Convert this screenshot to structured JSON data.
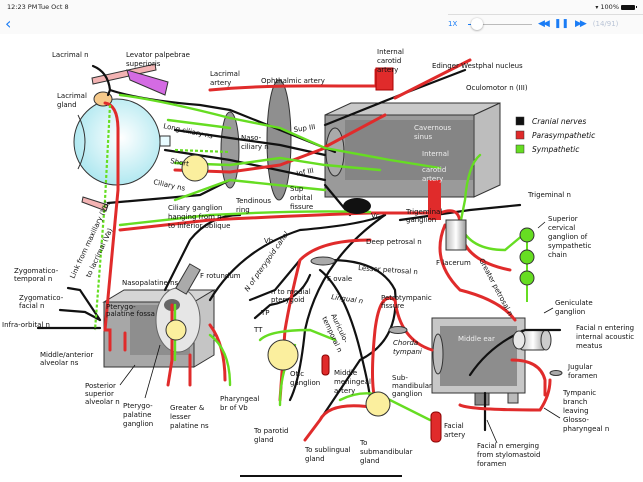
{
  "status_bar": {
    "time": "12:23 PM",
    "date": "Tue Oct 8",
    "wifi_icon": "wifi-icon",
    "battery": "100%",
    "battery_icon": "battery-full-icon"
  },
  "nav": {
    "back_icon": "chevron-left-icon",
    "back_glyph": "‹"
  },
  "player": {
    "speed_label": "1X",
    "slider_position": 0.05,
    "rewind_glyph": "◀◀",
    "pause_glyph": "❚❚",
    "forward_glyph": "▶▶",
    "page_indicator": "(14/91)",
    "current_page": 14,
    "total_pages": 91
  },
  "colors": {
    "cranial": "#111111",
    "parasympathetic": "#e02b2b",
    "sympathetic": "#66dd22",
    "accent": "#1a7cf5",
    "box_gray": "#8a8a8a",
    "box_light": "#cfcfcf",
    "ganglion": "#fbef9e",
    "eye": "#c8f2f8"
  },
  "legend": [
    {
      "label": "Cranial nerves",
      "color": "#111111"
    },
    {
      "label": "Parasympathetic",
      "color": "#e02b2b"
    },
    {
      "label": "Sympathetic",
      "color": "#66dd22"
    }
  ],
  "labels": {
    "lacrimal_n": "Lacrimal n",
    "levator_1": "Levator palpebrae",
    "levator_2": "superioris",
    "lacrimal_gland_1": "Lacrimal",
    "lacrimal_gland_2": "gland",
    "lacrimal_artery_1": "Lacrimal",
    "lacrimal_artery_2": "artery",
    "ophthalmic_artery": "Ophthalmic artery",
    "internal_carotid_1": "Internal",
    "internal_carotid_2": "carotid",
    "internal_carotid_3": "artery",
    "edinger": "Edinger Westphal nucleus",
    "oculomotor": "Oculomotor n (III)",
    "long_ciliary": "Long ciliary ns",
    "short": "Short",
    "ciliary_ns": "Ciliary ns",
    "nasociliary_1": "Naso-",
    "nasociliary_2": "ciliary n",
    "sup_iii": "Sup III",
    "inf_iii": "Inf III",
    "cavernous_1": "Cavernous",
    "cavernous_2": "sinus",
    "ica_1": "Internal",
    "ica_2": "carotid",
    "ica_3": "artery",
    "ciliary_ganglion_1": "Ciliary ganglion",
    "ciliary_ganglion_2": "hanging from n",
    "ciliary_ganglion_3": "to inferior oblique",
    "tendinous_1": "Tendinous",
    "tendinous_2": "ring",
    "sof_1": "Sup",
    "sof_2": "orbital",
    "sof_3": "fissure",
    "trigeminal_n": "Trigeminal n",
    "vc": "Vc",
    "trigeminal_ganglion_1": "Trigeminal",
    "trigeminal_ganglion_2": "ganglion",
    "vb": "Vb",
    "deep_petrosal": "Deep petrosal n",
    "scg_1": "Superior",
    "scg_2": "cervical",
    "scg_3": "ganglion of",
    "scg_4": "sympathetic",
    "scg_5": "chain",
    "link_1": "Link from maxillary (Vb)",
    "link_2": "to lacrimal (Va)",
    "f_rotundum": "F rotundum",
    "n_pterygoid_canal": "N of pterygoid canal",
    "f_lacerum": "F lacerum",
    "greater_petrosal": "Greater petrosal n",
    "lesser_petrosal": "Lesser petrosal n",
    "f_ovale": "F ovale",
    "zygomaticotemporal_1": "Zygomatico-",
    "zygomaticotemporal_2": "temporal n",
    "zygomaticofacial_1": "Zygomatico-",
    "zygomaticofacial_2": "facial n",
    "infraorbital": "Infra-orbital n",
    "nasopalatine": "Nasopalatine ns",
    "ptf_1": "Pterygo-",
    "ptf_2": "palatine fossa",
    "n_medial_pterygoid_1": "n to medial",
    "n_medial_pterygoid_2": "pterygoid",
    "tp": "TP",
    "tt": "TT",
    "lingual": "Lingual n",
    "auriculotemporal_1": "Auriculo-",
    "auriculotemporal_2": "temporal n",
    "petrotympanic_1": "Petrotympanic",
    "petrotympanic_2": "fissure",
    "geniculate_1": "Geniculate",
    "geniculate_2": "ganglion",
    "facial_entering_1": "Facial n entering",
    "facial_entering_2": "internal acoustic",
    "facial_entering_3": "meatus",
    "chorda_1": "Chorda",
    "chorda_2": "tympani",
    "middle_ear": "Middle ear",
    "jugular_1": "Jugular",
    "jugular_2": "foramen",
    "tympanic_1": "Tympanic",
    "tympanic_2": "branch",
    "tympanic_3": "leaving",
    "tympanic_4": "Glosso-",
    "tympanic_5": "pharyngeal n",
    "middle_anterior_1": "Middle/anterior",
    "middle_anterior_2": "alveolar ns",
    "psa_1": "Posterior",
    "psa_2": "superior",
    "psa_3": "alveolar n",
    "ppg_1": "Pterygo-",
    "ppg_2": "palatine",
    "ppg_3": "ganglion",
    "palatine_1": "Greater &",
    "palatine_2": "lesser",
    "palatine_3": "palatine ns",
    "pharyngeal_1": "Pharyngeal",
    "pharyngeal_2": "br of Vb",
    "otic_1": "Otic",
    "otic_2": "ganglion",
    "mma_1": "Middle",
    "mma_2": "meningeal",
    "mma_3": "artery",
    "parotid_1": "To parotid",
    "parotid_2": "gland",
    "submand_ganglion_1": "Sub-",
    "submand_ganglion_2": "mandibular",
    "submand_ganglion_3": "ganglion",
    "sublingual_1": "To sublingual",
    "sublingual_2": "gland",
    "submand_gland_1": "To",
    "submand_gland_2": "submandibular",
    "submand_gland_3": "gland",
    "facial_artery_1": "Facial",
    "facial_artery_2": "artery",
    "facial_emerging_1": "Facial n emerging",
    "facial_emerging_2": "from stylomastoid",
    "facial_emerging_3": "foramen"
  }
}
